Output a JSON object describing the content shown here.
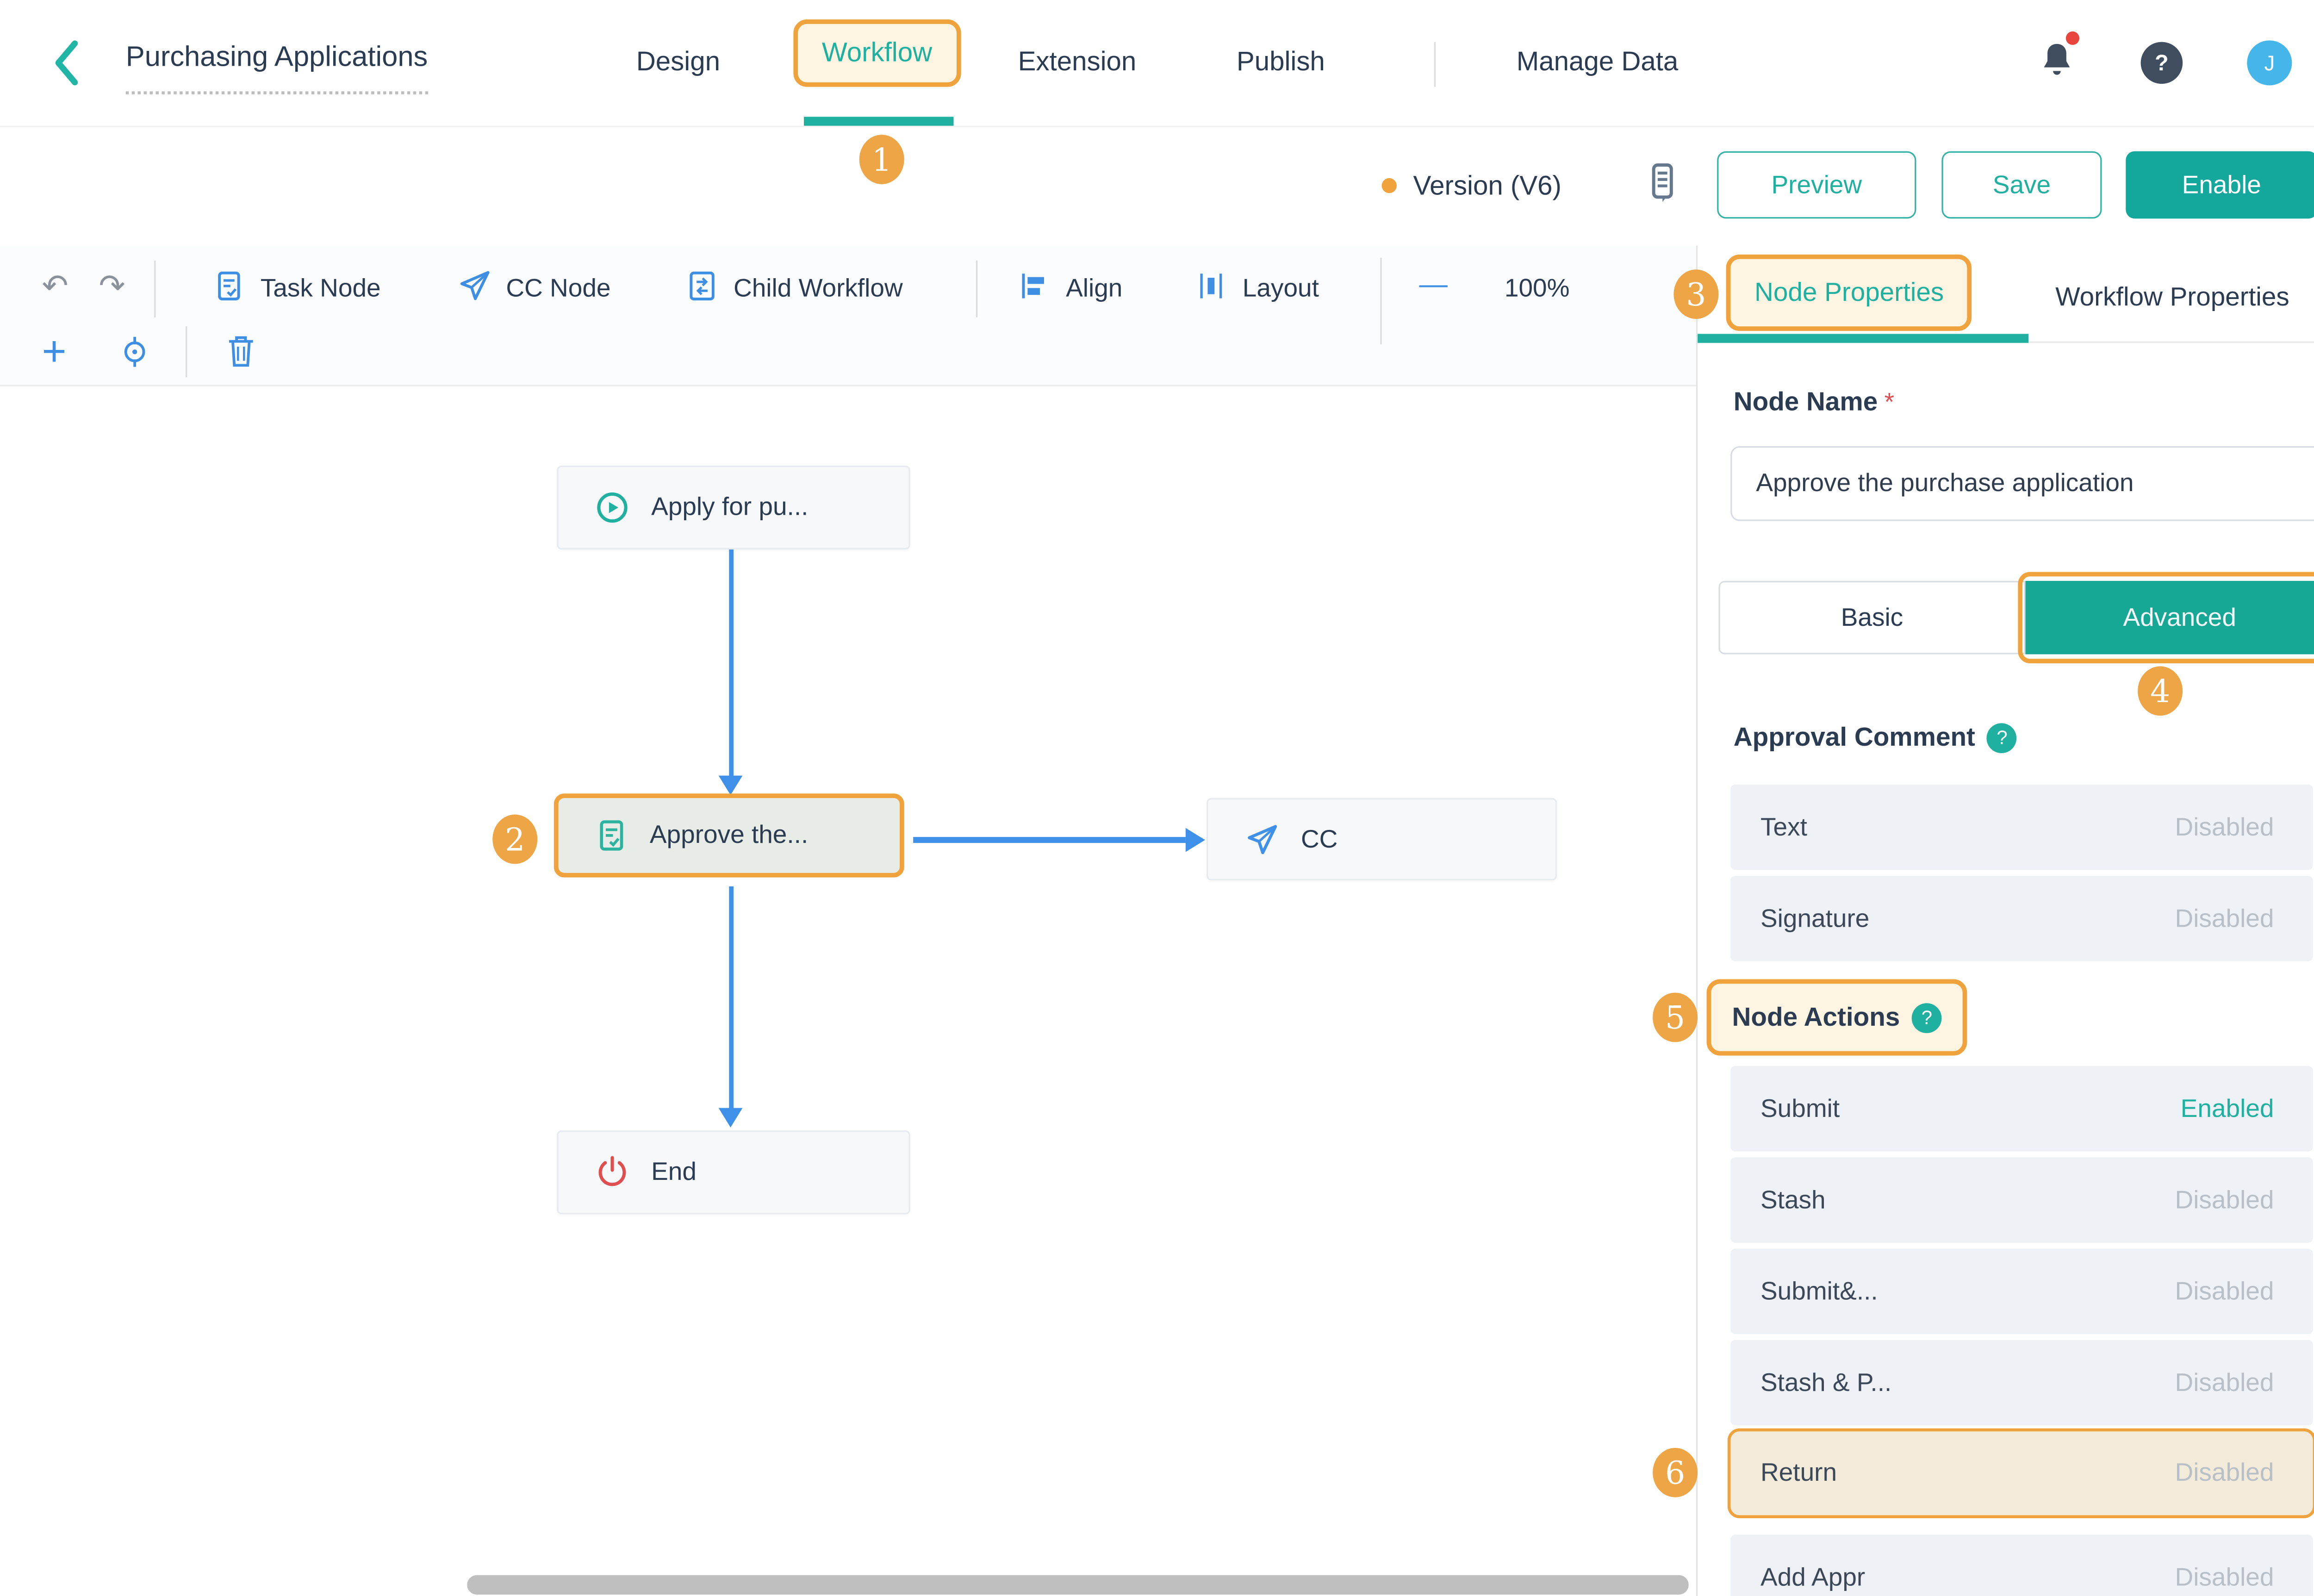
{
  "topbar": {
    "app_title": "Purchasing Applications",
    "tabs": {
      "design": "Design",
      "workflow": "Workflow",
      "extension": "Extension",
      "publish": "Publish",
      "manage_data": "Manage Data"
    },
    "avatar_initial": "J",
    "help_glyph": "?"
  },
  "actionbar": {
    "version_label": "Version (V6)",
    "preview": "Preview",
    "save": "Save",
    "enable": "Enable"
  },
  "toolbar": {
    "undo_glyph": "↶",
    "redo_glyph": "↷",
    "task_node": "Task Node",
    "cc_node": "CC Node",
    "child_workflow": "Child Workflow",
    "align": "Align",
    "layout": "Layout",
    "minus_glyph": "—",
    "zoom_level": "100%",
    "plus_glyph": "+"
  },
  "canvas": {
    "nodes": {
      "start": {
        "label": "Apply for pu..."
      },
      "approve": {
        "label": "Approve the..."
      },
      "cc": {
        "label": "CC"
      },
      "end": {
        "label": "End"
      }
    }
  },
  "panel": {
    "tab_node": "Node Properties",
    "tab_workflow": "Workflow Properties",
    "node_name_label": "Node Name",
    "required": "*",
    "node_name_value": "Approve the purchase application",
    "basic": "Basic",
    "advanced": "Advanced",
    "approval_comment": {
      "title": "Approval Comment",
      "help": "?",
      "rows": [
        {
          "label": "Text",
          "value": "Disabled"
        },
        {
          "label": "Signature",
          "value": "Disabled"
        }
      ]
    },
    "node_actions": {
      "title": "Node Actions",
      "help": "?",
      "rows": [
        {
          "label": "Submit",
          "value": "Enabled"
        },
        {
          "label": "Stash",
          "value": "Disabled"
        },
        {
          "label": "Submit&...",
          "value": "Disabled"
        },
        {
          "label": "Stash & P...",
          "value": "Disabled"
        },
        {
          "label": "Return",
          "value": "Disabled"
        },
        {
          "label": "Add Appr",
          "value": "Disabled"
        }
      ]
    }
  },
  "annotations": {
    "badge1": "1",
    "badge2": "2",
    "badge3": "3",
    "badge4": "4",
    "badge5": "5",
    "badge6": "6"
  },
  "colors": {
    "accent_teal": "#14a79b",
    "teal_text": "#1fb0a0",
    "annotation_orange": "#f0a23c",
    "flow_blue": "#3f90e8",
    "disabled_gray": "#b9bfc7",
    "icon_blue": "#3e8ee4",
    "end_red": "#e04f4f"
  }
}
